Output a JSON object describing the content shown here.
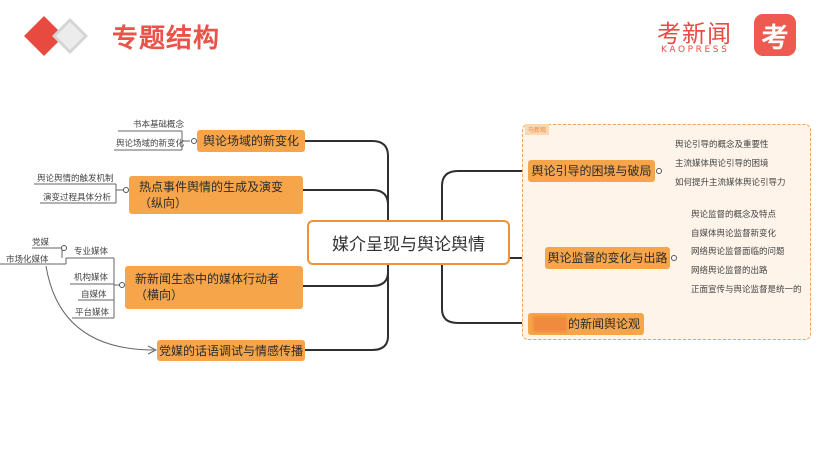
{
  "header": {
    "title": "专题结构",
    "brand_name": "考新闻",
    "brand_sub": "KAOPRESS",
    "brand_icon_char": "考"
  },
  "mindmap": {
    "center": "媒介呈现与舆论舆情",
    "left": {
      "n1": {
        "label": "舆论场域的新变化",
        "leaves": [
          "书本基础概念",
          "舆论场域的新变化"
        ]
      },
      "n2": {
        "line1": "热点事件舆情的生成及演变",
        "line2": "（纵向）",
        "leaves": [
          "舆论舆情的触发机制",
          "演变过程具体分析"
        ]
      },
      "n3": {
        "line1": "新新闻生态中的媒体行动者",
        "line2": "（横向）",
        "leaves": [
          "专业媒体",
          "机构媒体",
          "自媒体",
          "平台媒体"
        ],
        "extra": [
          "党媒",
          "市场化媒体"
        ]
      },
      "n4": {
        "label": "党媒的话语调试与情感传播"
      }
    },
    "right": {
      "region_label": "马新观",
      "r1": {
        "label": "舆论引导的困境与破局",
        "leaves": [
          "舆论引导的概念及重要性",
          "主流媒体舆论引导的困境",
          "如何提升主流媒体舆论引导力"
        ]
      },
      "r2": {
        "label": "舆论监督的变化与出路",
        "leaves": [
          "舆论监督的概念及特点",
          "自媒体舆论监督新变化",
          "网络舆论监督面临的问题",
          "网络舆论监督的出路",
          "正面宣传与舆论监督是统一的"
        ]
      },
      "r3": {
        "label": "的新闻舆论观"
      }
    }
  },
  "colors": {
    "accent_red": "#ea5348",
    "node_orange": "#f6a54a",
    "center_border": "#f29233",
    "region_fill": "#fef4ea",
    "connector": "#333333"
  }
}
